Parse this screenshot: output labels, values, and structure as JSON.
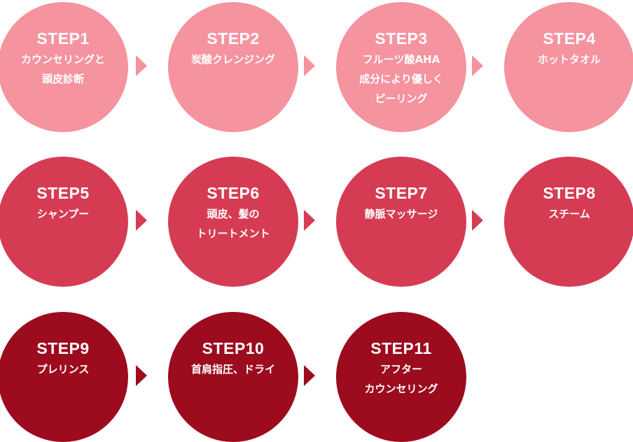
{
  "colors": {
    "row1": "#f5939f",
    "row2": "#d53c54",
    "row3": "#9c0b1e"
  },
  "steps": [
    {
      "num": "STEP1",
      "label": "カウンセリングと\n頭皮診断"
    },
    {
      "num": "STEP2",
      "label": "炭酸クレンジング"
    },
    {
      "num": "STEP3",
      "label": "フルーツ酸AHA\n成分により優しく\nピーリング"
    },
    {
      "num": "STEP4",
      "label": "ホットタオル"
    },
    {
      "num": "STEP5",
      "label": "シャンプー"
    },
    {
      "num": "STEP6",
      "label": "頭皮、髪の\nトリートメント"
    },
    {
      "num": "STEP7",
      "label": "静脈マッサージ"
    },
    {
      "num": "STEP8",
      "label": "スチーム"
    },
    {
      "num": "STEP9",
      "label": "プレリンス"
    },
    {
      "num": "STEP10",
      "label": "首肩指圧、ドライ"
    },
    {
      "num": "STEP11",
      "label": "アフター\nカウンセリング"
    }
  ]
}
